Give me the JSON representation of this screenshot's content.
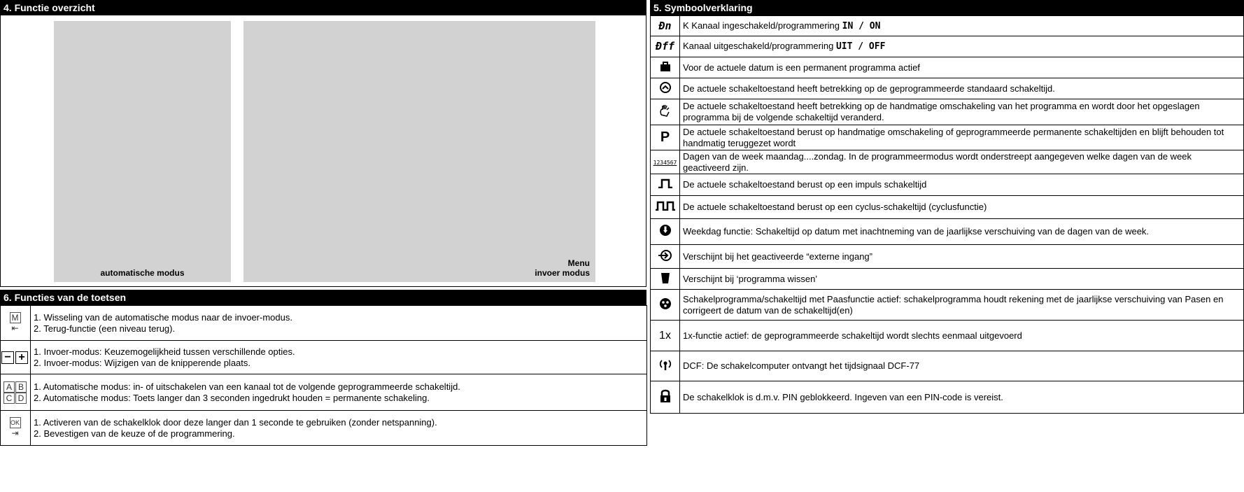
{
  "sections": {
    "overview_title": "4. Functie overzicht",
    "symbols_title": "5. Symboolverklaring",
    "keys_title": "6. Functies van de toetsen"
  },
  "figure": {
    "auto_caption": "automatische modus",
    "menu_caption_line1": "Menu",
    "menu_caption_line2": "invoer modus"
  },
  "symbols": [
    {
      "icon": "channel-on-icon",
      "glyph": "Đn",
      "text": "K Kanaal ingeschakeld/programmering ",
      "code": "IN / ON"
    },
    {
      "icon": "channel-off-icon",
      "glyph": "Đff",
      "text": "Kanaal uitgeschakeld/programmering ",
      "code": "UIT / OFF"
    },
    {
      "icon": "permanent-program-icon",
      "text": "Voor de actuele datum is een permanent programma actief"
    },
    {
      "icon": "standard-switch-time-icon",
      "text": "De actuele schakeltoestand heeft betrekking op de geprogrammeerde standaard schakeltijd."
    },
    {
      "icon": "manual-hand-icon",
      "text": "De actuele schakeltoestand heeft betrekking op de handmatige omschakeling van het programma en wordt door het opgeslagen programma bij de volgende schakeltijd veranderd."
    },
    {
      "icon": "permanent-p-icon",
      "glyph": "P",
      "text": "De actuele schakeltoestand berust op handmatige omschakeling of geprogrammeerde permanente schakeltijden en blijft behouden tot handmatig teruggezet wordt"
    },
    {
      "icon": "weekdays-icon",
      "glyph": "1234567",
      "text": "Dagen van de week maandag....zondag. In de programmeermodus wordt onderstreept aangegeven welke dagen van de week geactiveerd zijn."
    },
    {
      "icon": "pulse-icon",
      "text": "De actuele schakeltoestand berust op een impuls schakeltijd"
    },
    {
      "icon": "cycle-icon",
      "text": "De actuele schakeltoestand berust op een cyclus-schakeltijd (cyclusfunctie)"
    },
    {
      "icon": "weekday-function-icon",
      "text": "Weekdag functie: Schakeltijd op datum met inachtneming van de jaarlijkse verschuiving van de dagen van de week."
    },
    {
      "icon": "external-input-icon",
      "text": "Verschijnt bij het geactiveerde “externe ingang”"
    },
    {
      "icon": "trash-icon",
      "text": "Verschijnt bij ‘programma wissen’"
    },
    {
      "icon": "easter-icon",
      "text": "Schakelprogramma/schakeltijd met Paasfunctie actief: schakelprogramma houdt rekening met de jaarlijkse verschuiving van Pasen en corrigeert de datum van de schakeltijd(en)"
    },
    {
      "icon": "once-icon",
      "glyph": "1x",
      "text": "1x-functie actief: de geprogrammeerde schakeltijd wordt slechts eenmaal uitgevoerd"
    },
    {
      "icon": "dcf-antenna-icon",
      "text": "DCF: De schakelcomputer ontvangt het tijdsignaal DCF-77"
    },
    {
      "icon": "pin-lock-icon",
      "text": "De schakelklok is d.m.v. PIN geblokkeerd. Ingeven van een PIN-code is vereist."
    }
  ],
  "keys": [
    {
      "labels": [
        "M",
        "⇤"
      ],
      "line1": "1. Wisseling van de automatische modus naar de invoer-modus.",
      "line2": "2. Terug-functie (een niveau terug)."
    },
    {
      "labels": [
        "−",
        "+"
      ],
      "line1": "1. Invoer-modus: Keuzemogelijkheid tussen verschillende opties.",
      "line2": "2. Invoer-modus: Wijzigen van de knipperende plaats."
    },
    {
      "labels": [
        "A",
        "B",
        "C",
        "D"
      ],
      "line1": "1. Automatische modus: in- of uitschakelen van een kanaal tot de volgende geprogrammeerde schakeltijd.",
      "line2": "2. Automatische modus: Toets langer dan 3 seconden ingedrukt houden = permanente schakeling."
    },
    {
      "labels": [
        "OK",
        "⇥"
      ],
      "line1": "1. Activeren van de schakelklok door deze langer dan 1 seconde te gebruiken (zonder netspanning).",
      "line2": "2. Bevestigen van de keuze of de programmering."
    }
  ]
}
